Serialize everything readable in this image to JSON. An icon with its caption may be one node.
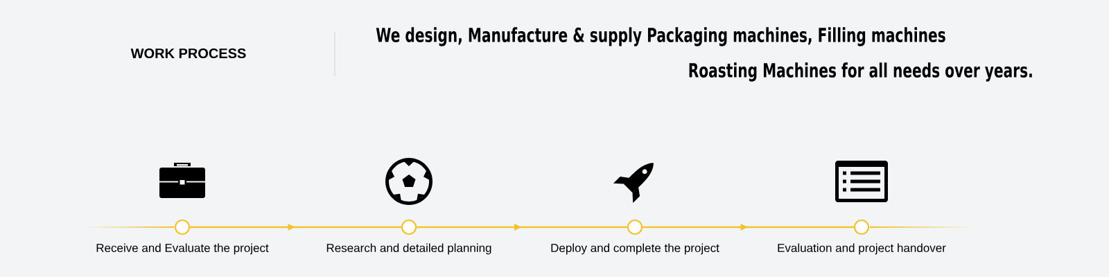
{
  "diagram": {
    "title": "WORK PROCESS",
    "nodes": [
      {
        "text": [
          "Receive and Evaluate the project"
        ]
      },
      {
        "text": [
          "Research and detailed planning"
        ]
      },
      {
        "text": [
          "Deploy and complete the project"
        ]
      },
      {
        "text": [
          "Evaluation and project handover"
        ]
      }
    ],
    "edges": [
      {
        "from": 0,
        "to": 1,
        "arrow": "to"
      },
      {
        "from": 1,
        "to": 2,
        "arrow": "to"
      },
      {
        "from": 2,
        "to": 3,
        "arrow": "to"
      }
    ],
    "labels": [
      "We design, Manufacture & supply Packaging machines, Filling machines",
      "Roasting Machines for all needs over years."
    ]
  }
}
